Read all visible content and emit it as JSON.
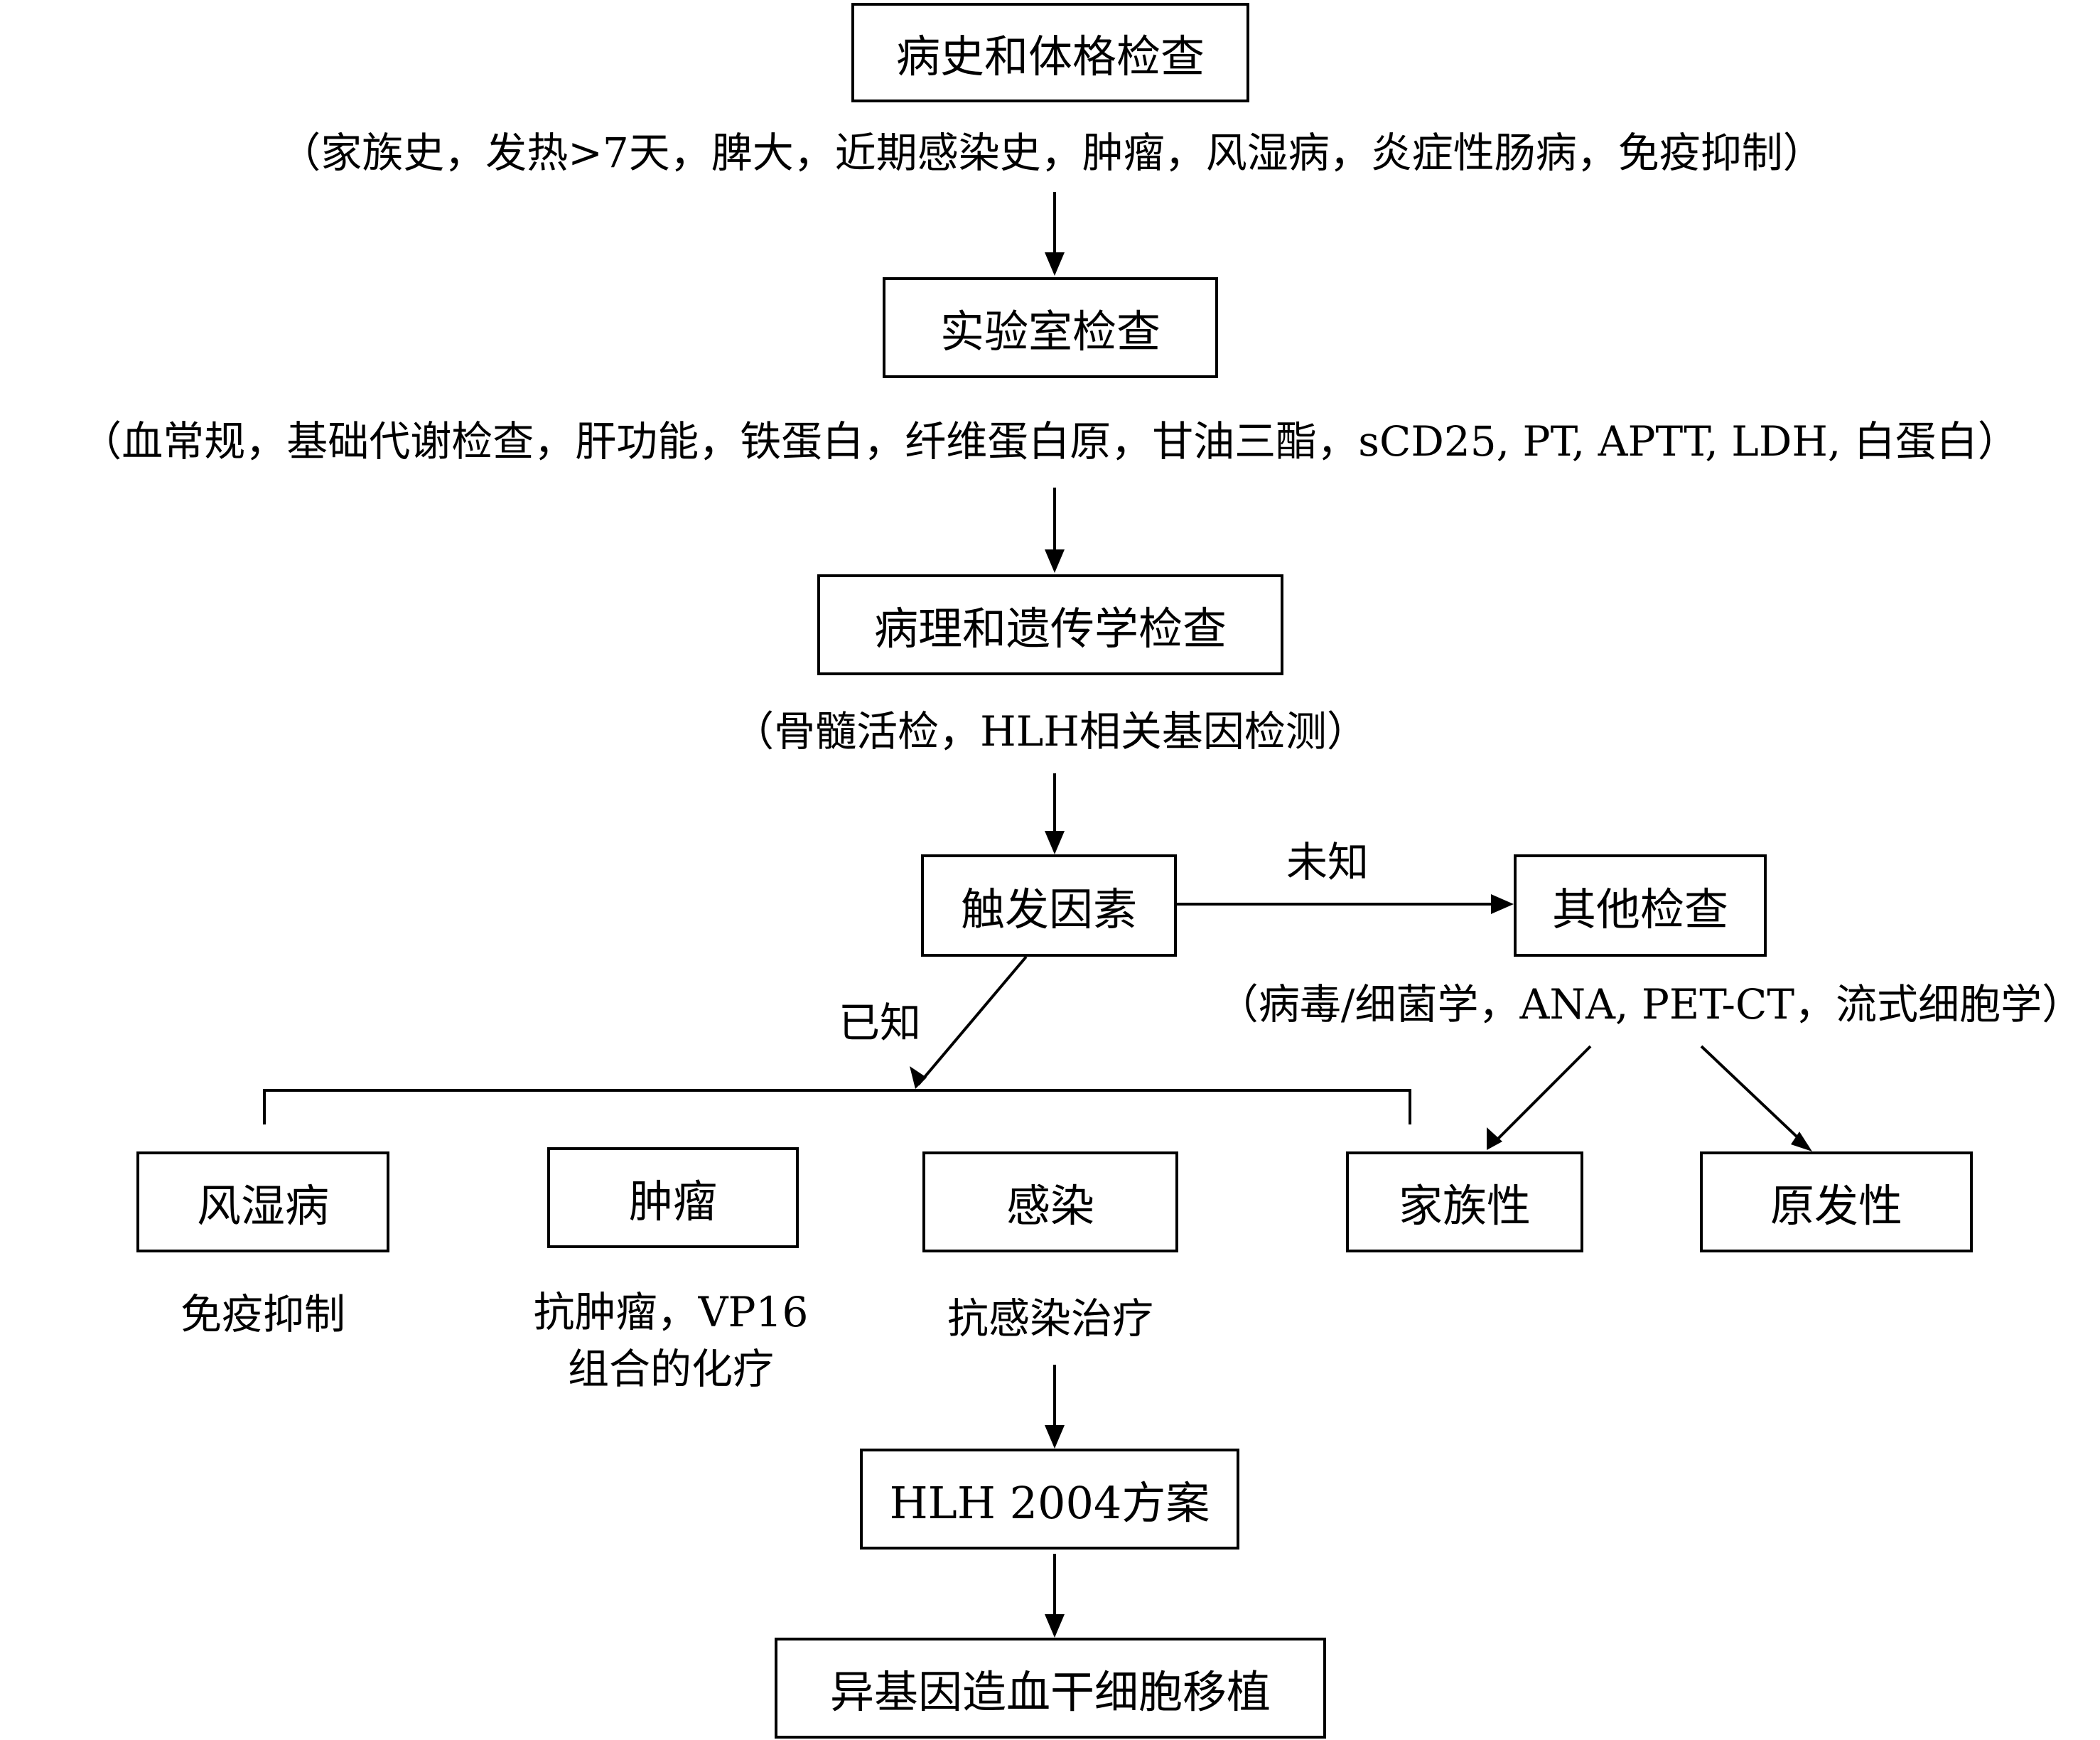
{
  "nodes": {
    "history_exam": "病史和体格检查",
    "lab_tests": "实验室检查",
    "pathology_genetics": "病理和遗传学检查",
    "triggers": "触发因素",
    "other_tests": "其他检查",
    "rheumatic": "风湿病",
    "tumor": "肿瘤",
    "infection": "感染",
    "familial": "家族性",
    "primary": "原发性",
    "hlh2004": "HLH 2004方案",
    "hsct": "异基因造血干细胞移植"
  },
  "notes": {
    "history_detail": "（家族史，发热>7天，脾大，近期感染史，肿瘤，风湿病，炎症性肠病，免疫抑制）",
    "lab_detail": "（血常规，基础代谢检查，肝功能，铁蛋白，纤维蛋白原，甘油三酯，sCD25, PT, APTT, LDH, 白蛋白）",
    "pathology_detail": "（骨髓活检，HLH相关基因检测）",
    "other_detail": "（病毒/细菌学，ANA, PET-CT，流式细胞学）",
    "rheumatic_treatment": "免疫抑制",
    "tumor_treatment_line1": "抗肿瘤，VP16",
    "tumor_treatment_line2": "组合的化疗",
    "infection_treatment": "抗感染治疗"
  },
  "edge_labels": {
    "unknown": "未知",
    "known": "已知"
  }
}
